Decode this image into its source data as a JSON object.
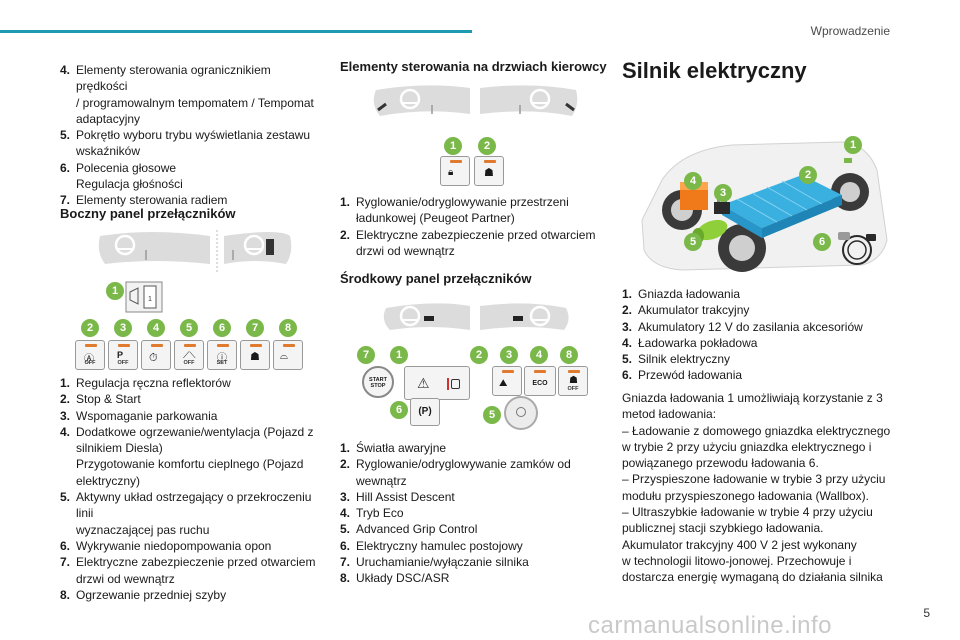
{
  "header": {
    "section": "Wprowadzenie"
  },
  "col1": {
    "items_top": [
      {
        "num": "4.",
        "lines": [
          "Elementy sterowania ogranicznikiem prędkości",
          "/ programowalnym tempomatem / Tempomat",
          "adaptacyjny"
        ]
      },
      {
        "num": "5.",
        "lines": [
          "Pokrętło wyboru trybu wyświetlania zestawu",
          "wskaźników"
        ]
      },
      {
        "num": "6.",
        "lines": [
          "Polecenia głosowe",
          "Regulacja głośności"
        ]
      },
      {
        "num": "7.",
        "lines": [
          "Elementy sterowania radiem"
        ]
      }
    ],
    "side_panel_title": "Boczny panel przełączników",
    "side_panel_badges": [
      "1",
      "2",
      "3",
      "4",
      "5",
      "6",
      "7",
      "8"
    ],
    "side_panel_button_labels": [
      "OFF",
      "OFF",
      "",
      "OFF",
      "SET",
      "",
      ""
    ],
    "items_bottom": [
      {
        "num": "1.",
        "lines": [
          "Regulacja ręczna reflektorów"
        ]
      },
      {
        "num": "2.",
        "lines": [
          "Stop & Start"
        ]
      },
      {
        "num": "3.",
        "lines": [
          "Wspomaganie parkowania"
        ]
      },
      {
        "num": "4.",
        "lines": [
          "Dodatkowe ogrzewanie/wentylacja (Pojazd z",
          "silnikiem Diesla)",
          "Przygotowanie komfortu cieplnego (Pojazd",
          "elektryczny)"
        ]
      },
      {
        "num": "5.",
        "lines": [
          "Aktywny układ ostrzegający o przekroczeniu linii",
          "wyznaczającej pas ruchu"
        ]
      },
      {
        "num": "6.",
        "lines": [
          "Wykrywanie niedopompowania opon"
        ]
      },
      {
        "num": "7.",
        "lines": [
          "Elektryczne zabezpieczenie przed otwarciem",
          "drzwi od wewnątrz"
        ]
      },
      {
        "num": "8.",
        "lines": [
          "Ogrzewanie przedniej szyby"
        ]
      }
    ]
  },
  "col2": {
    "door_title": "Elementy sterowania na drzwiach kierowcy",
    "door_badges": [
      "1",
      "2"
    ],
    "door_items": [
      {
        "num": "1.",
        "lines": [
          "Ryglowanie/odryglowywanie przestrzeni",
          "ładunkowej (Peugeot Partner)"
        ]
      },
      {
        "num": "2.",
        "lines": [
          "Elektryczne zabezpieczenie przed otwarciem",
          "drzwi od wewnątrz"
        ]
      }
    ],
    "center_title": "Środkowy panel przełączników",
    "center_badges": [
      "7",
      "1",
      "2",
      "3",
      "4",
      "8",
      "6",
      "5"
    ],
    "center_labels": {
      "start": "START",
      "stop": "STOP",
      "eco": "ECO",
      "off": "OFF",
      "p": "(P)"
    },
    "center_items": [
      {
        "num": "1.",
        "lines": [
          "Światła awaryjne"
        ]
      },
      {
        "num": "2.",
        "lines": [
          "Ryglowanie/odryglowywanie zamków od",
          "wewnątrz"
        ]
      },
      {
        "num": "3.",
        "lines": [
          "Hill Assist Descent"
        ]
      },
      {
        "num": "4.",
        "lines": [
          "Tryb Eco"
        ]
      },
      {
        "num": "5.",
        "lines": [
          "Advanced Grip Control"
        ]
      },
      {
        "num": "6.",
        "lines": [
          "Elektryczny hamulec postojowy"
        ]
      },
      {
        "num": "7.",
        "lines": [
          "Uruchamianie/wyłączanie silnika"
        ]
      },
      {
        "num": "8.",
        "lines": [
          "Układy DSC/ASR"
        ]
      }
    ]
  },
  "col3": {
    "title": "Silnik elektryczny",
    "car_badges": [
      "1",
      "2",
      "3",
      "4",
      "5",
      "6"
    ],
    "items": [
      {
        "num": "1.",
        "lines": [
          "Gniazda ładowania"
        ]
      },
      {
        "num": "2.",
        "lines": [
          "Akumulator trakcyjny"
        ]
      },
      {
        "num": "3.",
        "lines": [
          "Akumulatory 12 V do zasilania akcesoriów"
        ]
      },
      {
        "num": "4.",
        "lines": [
          "Ładowarka pokładowa"
        ]
      },
      {
        "num": "5.",
        "lines": [
          "Silnik elektryczny"
        ]
      },
      {
        "num": "6.",
        "lines": [
          "Przewód ładowania"
        ]
      }
    ],
    "para_lines": [
      "Gniazda ładowania 1 umożliwiają korzystanie z 3",
      "metod ładowania:",
      "–  Ładowanie z domowego gniazdka elektrycznego",
      "w trybie 2 przy użyciu gniazdka elektrycznego i",
      "powiązanego przewodu ładowania 6.",
      "–  Przyspieszone ładowanie w trybie 3 przy użyciu",
      "modułu przyspieszonego ładowania (Wallbox).",
      "–  Ultraszybkie ładowanie w trybie 4 przy użyciu",
      "publicznej stacji szybkiego ładowania.",
      "Akumulator trakcyjny 400 V 2 jest wykonany",
      "w technologii litowo-jonowej. Przechowuje i",
      "dostarcza energię wymaganą do działania silnika"
    ]
  },
  "footer": {
    "page": "5",
    "watermark": "carmanualsonline.info"
  },
  "colors": {
    "accent": "#1e9bb2",
    "badge": "#7ab84a",
    "battery": "#3ab0e0",
    "charger": "#f07a1a",
    "led": "#e07a2e"
  },
  "icons": [
    "steering-wheel-icon",
    "headlamp-adjust-icon",
    "stop-start-icon",
    "park-assist-icon",
    "preheating-icon",
    "lane-departure-icon",
    "tyre-pressure-icon",
    "child-lock-icon",
    "windscreen-heat-icon",
    "hazard-icon",
    "lock-icon",
    "hill-descent-icon",
    "eco-icon",
    "dsc-off-icon",
    "parking-brake-icon",
    "grip-control-icon",
    "charging-cable-icon"
  ]
}
